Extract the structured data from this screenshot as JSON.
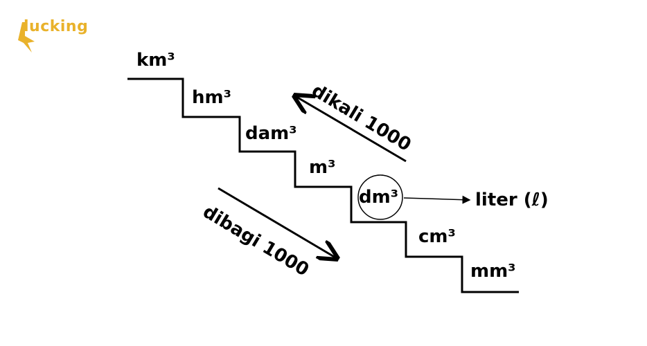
{
  "logo": {
    "text": "lucking",
    "color": "#e9b22b",
    "icon": "bird-logo-icon"
  },
  "steps": [
    {
      "label": "km³"
    },
    {
      "label": "hm³"
    },
    {
      "label": "dam³"
    },
    {
      "label": "m³"
    },
    {
      "label": "dm³"
    },
    {
      "label": "cm³"
    },
    {
      "label": "mm³"
    }
  ],
  "up_arrow": {
    "label": "dikali 1000"
  },
  "down_arrow": {
    "label": "dibagi 1000"
  },
  "equivalence": {
    "label": "liter (ℓ)"
  },
  "colors": {
    "ink": "#000000",
    "background": "#ffffff",
    "accent": "#e9b22b"
  }
}
